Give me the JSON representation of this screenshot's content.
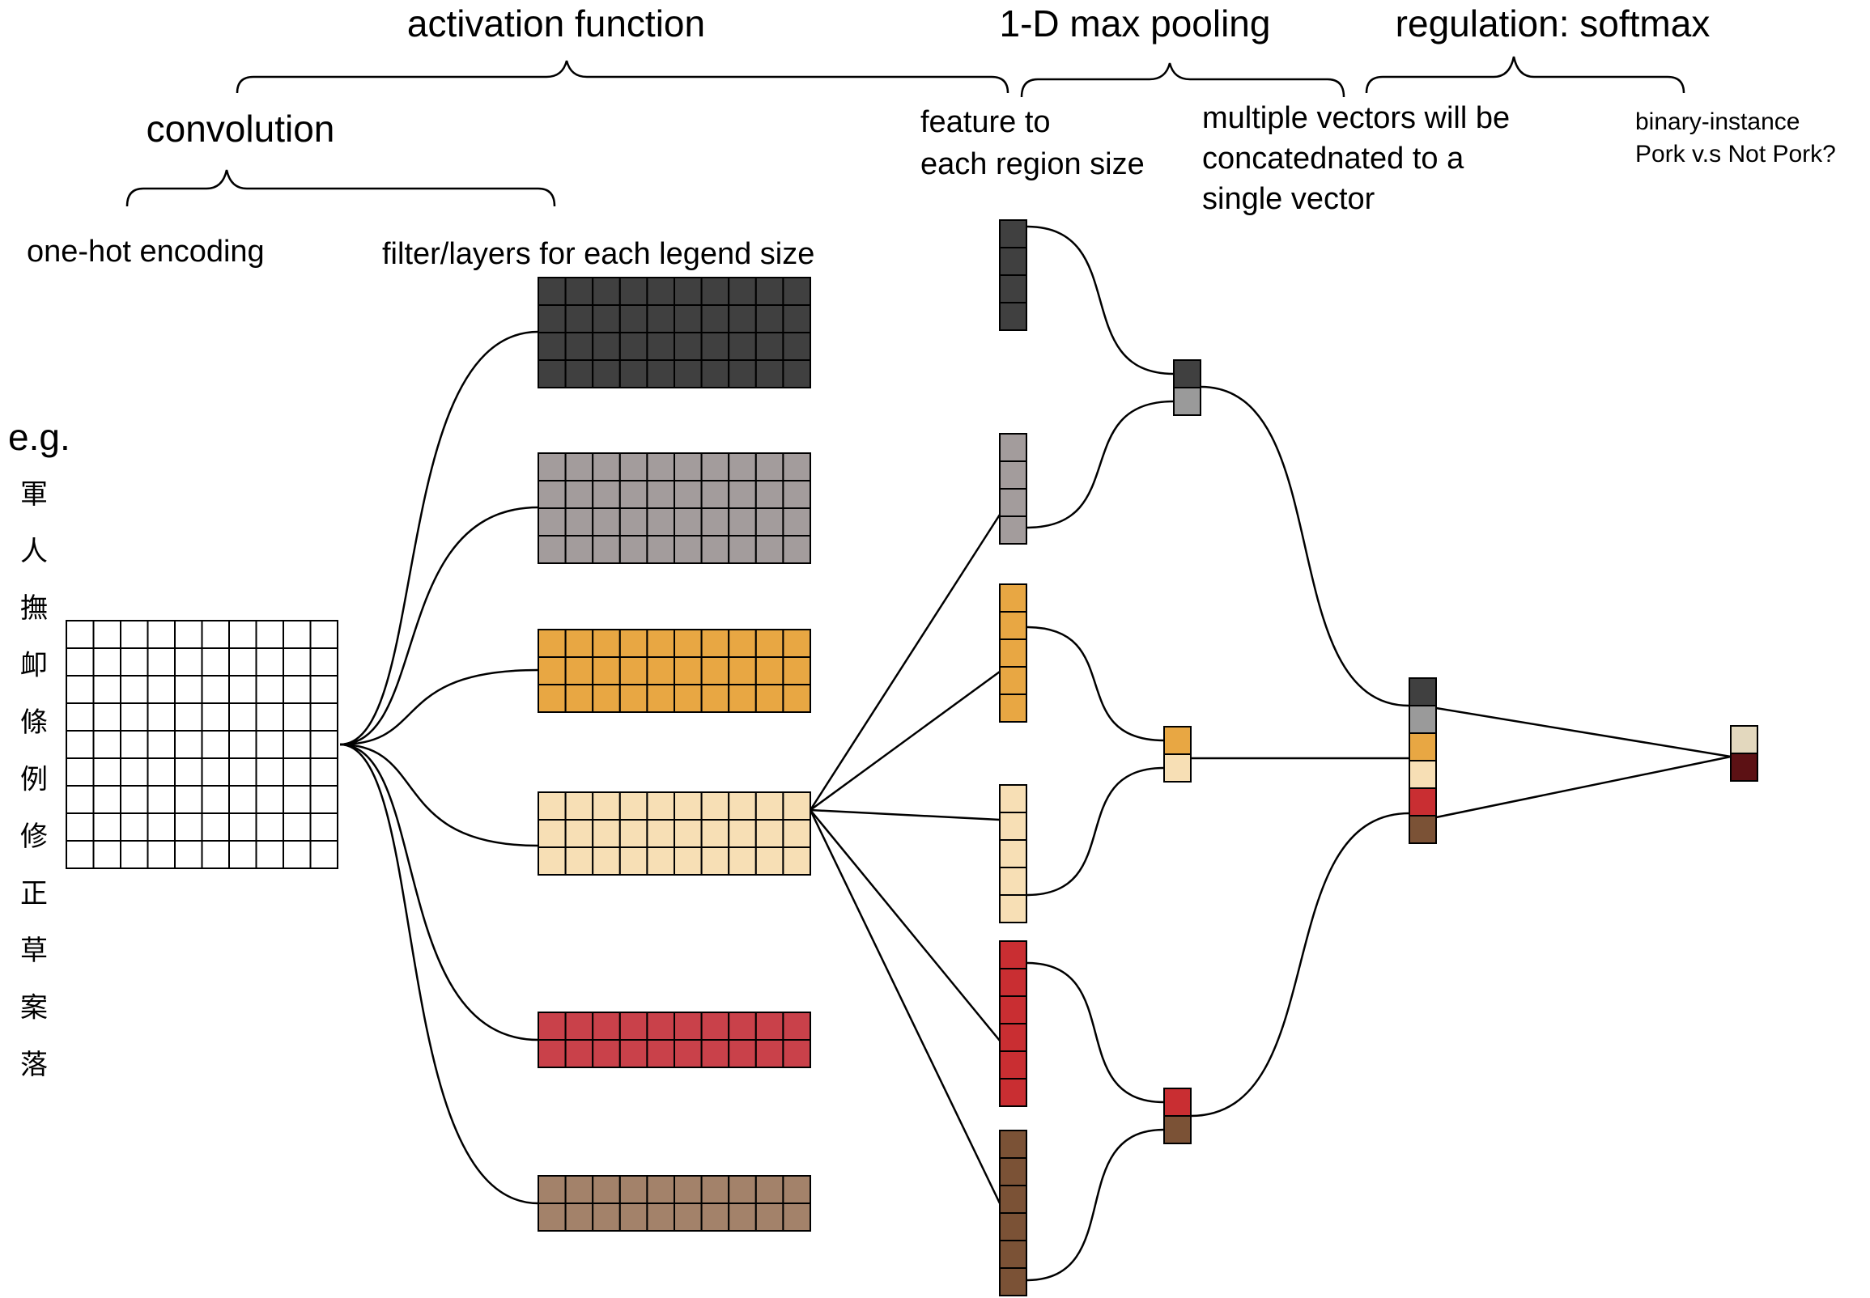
{
  "labels": {
    "activation_function": "activation function",
    "max_pooling": "1-D max pooling",
    "regulation": "regulation: softmax",
    "convolution": "convolution",
    "feature_line1": "feature to",
    "feature_line2": "each region size",
    "multiple_line1": "multiple vectors will be",
    "multiple_line2": "concatednated to a",
    "multiple_line3": "single vector",
    "binary_line1": "binary-instance",
    "binary_line2": "Pork v.s  Not Pork?",
    "one_hot": "one-hot encoding",
    "filter_layers": "filter/layers for each legend size",
    "example": "e.g."
  },
  "example_characters": [
    "軍",
    "人",
    "撫",
    "卹",
    "條",
    "例",
    "修",
    "正",
    "草",
    "案",
    "落"
  ],
  "colors": {
    "dark_gray": "#404040",
    "gray": "#a39c9c",
    "orange": "#e8a743",
    "light_peach": "#f7dfb5",
    "red": "#c9414a",
    "brown": "#a3826a",
    "feature_red": "#c92e32",
    "feature_brown": "#7b5236",
    "pooled_gray": "#9a9a9a",
    "output_light": "#e3d8be",
    "output_dark": "#5c1114"
  }
}
